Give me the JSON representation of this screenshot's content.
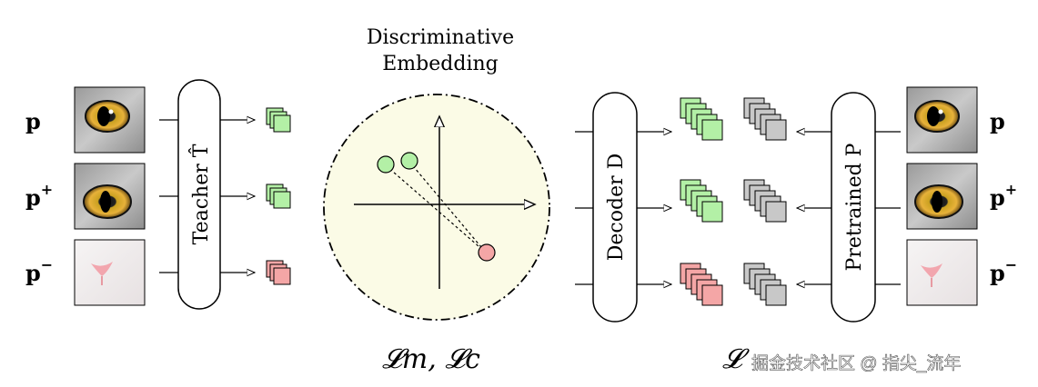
{
  "embedding_title_line1": "Discriminative",
  "embedding_title_line2": "Embedding",
  "teacher_label": "Teacher T̂",
  "decoder_label": "Decoder D",
  "pretrained_label": "Pretrained P",
  "left_inputs": [
    {
      "label": "p",
      "superscript": ""
    },
    {
      "label": "p",
      "superscript": "+"
    },
    {
      "label": "p",
      "superscript": "−"
    }
  ],
  "right_inputs": [
    {
      "label": "p",
      "superscript": ""
    },
    {
      "label": "p",
      "superscript": "+"
    },
    {
      "label": "p",
      "superscript": "−"
    }
  ],
  "loss_label_left": "𝓛m, 𝓛c",
  "loss_label_right": "𝓛",
  "watermark": "掘金技术社区 @ 指尖_流年",
  "colors": {
    "green": "#b3f0a6",
    "red": "#f4a6a6",
    "gray": "#c8c8c8",
    "circle_fill": "#fbfbe6"
  }
}
